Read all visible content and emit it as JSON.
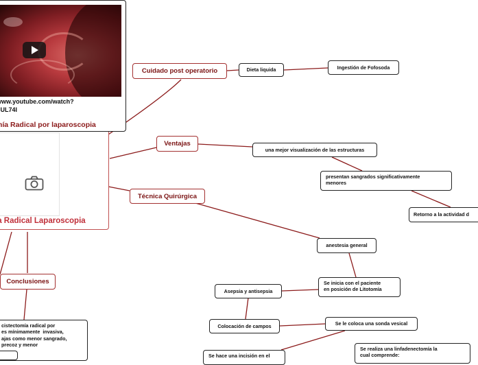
{
  "video": {
    "url": "www.youtube.com/watch?\nnUL74I",
    "title": "mía Radical por laparoscopia",
    "icon": "play-icon"
  },
  "root": {
    "title": "ía Radical Laparoscopia",
    "image_icon": "camera-icon"
  },
  "branches": {
    "postop": "Cuidado post operatorio",
    "ventajas": "Ventajas",
    "tecnica": "Técnica Quirúrgica",
    "conclusiones": "Conclusiones"
  },
  "nodes": {
    "dieta": "Dieta liquida",
    "ingestion": "Ingestión de Fofosoda",
    "visualizacion": "una mejor visualización de las estructuras",
    "sangrados": "presentan sangrados significativamente\nmenores",
    "retorno": "Retorno a la actividad d",
    "anestesia": "anestesia general",
    "paciente": "Se inicia con el paciente\nen posición de Litotomía",
    "asepsia": "Asepsia y antisepsia",
    "campos": "Colocación de campos",
    "sonda": "Se le coloca una sonda vesical",
    "linfadenectomia": "Se realiza una linfadenectomía la\ncual comprende:",
    "incision": "Se hace una incisión en el",
    "conclusion_text": "cistectomía radical por\nes mínimamente  invasiva,\najas como menor sangrado,\nprecoz y menor",
    "small_box": ""
  },
  "colors": {
    "accent": "#8b1a1a",
    "root_title": "#c0303a",
    "border_main": "#a33030"
  }
}
